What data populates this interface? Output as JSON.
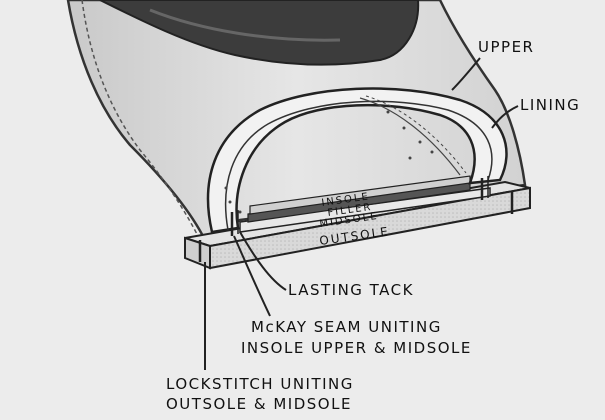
{
  "labels": {
    "upper": "UPPER",
    "lining": "LINING",
    "insole": "INSOLE",
    "filler": "FILLER",
    "midsole": "MIDSOLE",
    "outsole": "OUTSOLE",
    "lasting_tack": "LASTING TACK",
    "mckay_line1": "McKAY SEAM UNITING",
    "mckay_line2": "INSOLE UPPER & MIDSOLE",
    "lockstitch_line1": "LOCKSTITCH UNITING",
    "lockstitch_line2": "OUTSOLE & MIDSOLE"
  }
}
